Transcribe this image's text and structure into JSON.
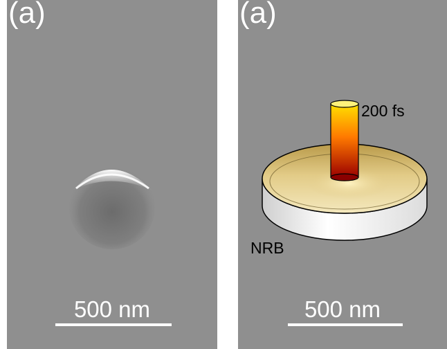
{
  "panels": [
    {
      "label": "(a)",
      "scale_bar": "500 nm"
    },
    {
      "label": "(a)",
      "scale_bar": "500 nm",
      "pulse_label": "200 fs",
      "structure_label": "NRB"
    }
  ],
  "colors": {
    "background_gray": "#8f8f8f",
    "bump_highlight": "#ffffff",
    "disk_gold": "#d9c27a",
    "rod_top": "#ffd400",
    "rod_bottom": "#a00000"
  }
}
